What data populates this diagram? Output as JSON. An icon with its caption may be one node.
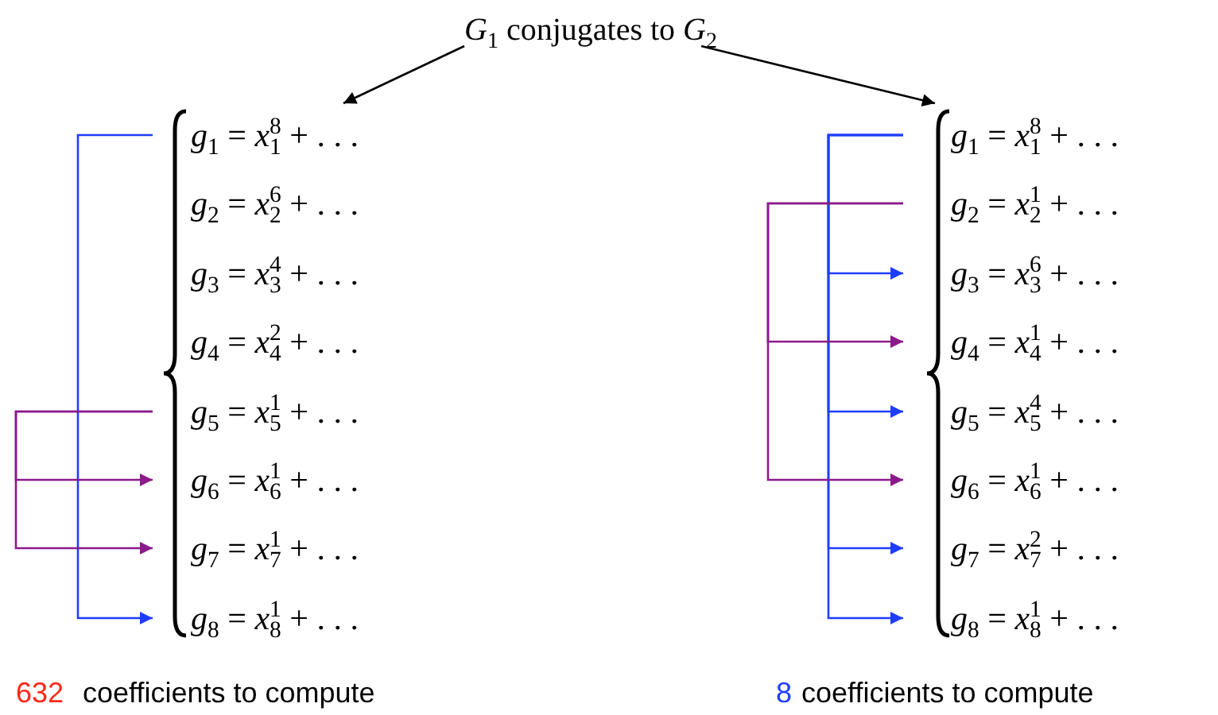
{
  "diagram": {
    "nodes": [
      {
        "text": [
          "*G*$_{1}$ conjugates to *G*$_{2}$"
        ]
      },
      {
        "text": [
          "*g*$_{1}$ = *x*$_{1}$$^{8}$ + . . ."
        ]
      },
      {
        "text": [
          "*g*$_{2}$ = *x*$_{2}$$^{6}$ + . . ."
        ]
      },
      {
        "text": [
          "*g*$_{3}$ = *x*$_{3}$$^{4}$ + . . ."
        ]
      },
      {
        "text": [
          "*g*$_{4}$ = *x*$_{4}$$^{2}$ + . . ."
        ]
      },
      {
        "text": [
          "*g*$_{5}$ = *x*$_{5}$$^{1}$ + . . ."
        ]
      },
      {
        "text": [
          "*g*$_{6}$ = *x*$_{6}$$^{1}$ + . . ."
        ]
      },
      {
        "text": [
          "*g*$_{7}$ = *x*$_{7}$$^{1}$ + . . ."
        ]
      },
      {
        "text": [
          "*g*$_{8}$ = *x*$_{8}$$^{1}$ + . . ."
        ]
      },
      {
        "text": [
          "*g*$_{1}$ = *x*$_{1}$$^{8}$ + . . ."
        ]
      },
      {
        "text": [
          "*g*$_{2}$ = *x*$_{2}$$^{1}$ + . . ."
        ]
      },
      {
        "text": [
          "*g*$_{3}$ = *x*$_{3}$$^{6}$ + . . ."
        ]
      },
      {
        "text": [
          "*g*$_{4}$ = *x*$_{4}$$^{1}$ + . . ."
        ]
      },
      {
        "text": [
          "*g*$_{5}$ = *x*$_{5}$$^{4}$ + . . ."
        ]
      },
      {
        "text": [
          "*g*$_{6}$ = *x*$_{6}$$^{1}$ + . . ."
        ]
      },
      {
        "text": [
          "*g*$_{7}$ = *x*$_{7}$$^{2}$ + . . ."
        ]
      },
      {
        "text": [
          "*g*$_{8}$ = *x*$_{8}$$^{1}$ + . . ."
        ]
      }
    ],
    "edges": [
      {
        "from": 0,
        "to": 1,
        "arrow": "to",
        "color": "#000000"
      },
      {
        "from": 0,
        "to": 9,
        "arrow": "to",
        "color": "#000000"
      },
      {
        "from": 1,
        "to": 8,
        "arrow": "to",
        "color": "#1f3dff"
      },
      {
        "from": 5,
        "to": 6,
        "arrow": "to",
        "color": "#8b1a8b"
      },
      {
        "from": 5,
        "to": 7,
        "arrow": "to",
        "color": "#8b1a8b"
      },
      {
        "from": 9,
        "to": 11,
        "arrow": "to",
        "color": "#1f3dff"
      },
      {
        "from": 9,
        "to": 13,
        "arrow": "to",
        "color": "#1f3dff"
      },
      {
        "from": 9,
        "to": 15,
        "arrow": "to",
        "color": "#1f3dff"
      },
      {
        "from": 9,
        "to": 16,
        "arrow": "to",
        "color": "#1f3dff"
      },
      {
        "from": 10,
        "to": 12,
        "arrow": "to",
        "color": "#8b1a8b"
      },
      {
        "from": 10,
        "to": 14,
        "arrow": "to",
        "color": "#8b1a8b"
      }
    ],
    "labels": [
      "632",
      "coefficients to compute",
      "8",
      "coefficients to compute"
    ]
  }
}
